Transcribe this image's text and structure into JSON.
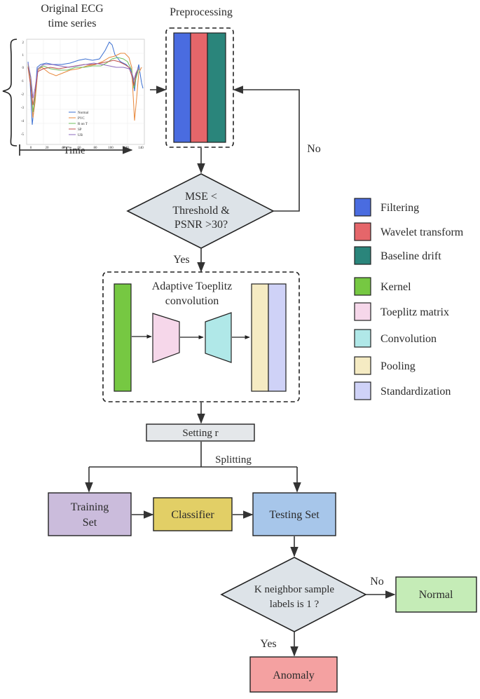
{
  "ecg": {
    "title_line1": "Original ECG",
    "title_line2": "time series",
    "x_axis_label": "Time",
    "legend": [
      "Normal",
      "PVC",
      "R on T",
      "SP",
      "UB"
    ],
    "xticks": [
      "0",
      "20",
      "40",
      "60",
      "80",
      "100",
      "120",
      "140"
    ],
    "yticks": [
      "2",
      "1",
      "0",
      "-1",
      "-2",
      "-3",
      "-4",
      "-5"
    ],
    "series_colors": [
      "#3b6fd1",
      "#e8873a",
      "#6fbf5c",
      "#c0504d",
      "#8e6bbf"
    ]
  },
  "preprocessing": {
    "title": "Preprocessing",
    "bar_colors": [
      "#4a6ce0",
      "#e5666a",
      "#2a857b"
    ]
  },
  "decision1": {
    "line1": "MSE <",
    "line2": "Threshold &",
    "line3": "PSNR >30?",
    "no_label": "No",
    "yes_label": "Yes"
  },
  "toeplitz": {
    "title_line1": "Adaptive Toeplitz",
    "title_line2": "convolution"
  },
  "setting_r": {
    "label": "Setting r"
  },
  "splitting": {
    "label": "Splitting"
  },
  "training": {
    "line1": "Training",
    "line2": "Set"
  },
  "classifier": {
    "label": "Classifier"
  },
  "testing": {
    "label": "Testing Set"
  },
  "decision2": {
    "line1": "K neighbor sample",
    "line2": "labels is 1 ?",
    "no_label": "No",
    "yes_label": "Yes"
  },
  "normal": {
    "label": "Normal"
  },
  "anomaly": {
    "label": "Anomaly"
  },
  "legend": {
    "items": [
      {
        "label": "Filtering",
        "color": "#4a6ce0"
      },
      {
        "label": "Wavelet transform",
        "color": "#e5666a"
      },
      {
        "label": "Baseline drift",
        "color": "#2a857b"
      },
      {
        "label": "Kernel",
        "color": "#76c842"
      },
      {
        "label": "Toeplitz matrix",
        "color": "#f6d7ea"
      },
      {
        "label": "Convolution",
        "color": "#b0e8e8"
      },
      {
        "label": "Pooling",
        "color": "#f5ebc3"
      },
      {
        "label": "Standardization",
        "color": "#cfd2f7"
      }
    ]
  }
}
